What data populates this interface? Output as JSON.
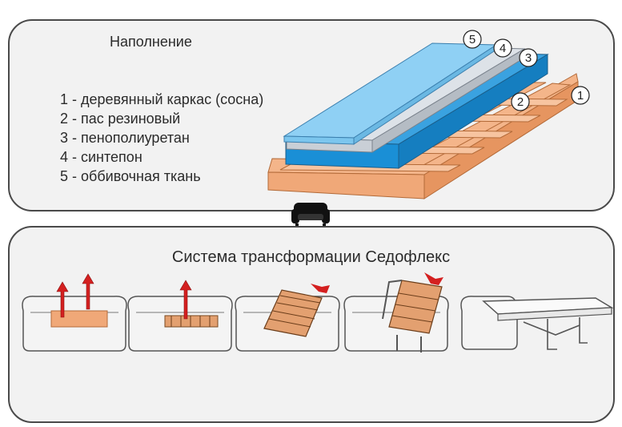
{
  "filling": {
    "title": "Наполнение",
    "legend": [
      "1 - деревянный каркас (сосна)",
      "2 - пас резиновый",
      "3 - пенополиуретан",
      "4 - синтепон",
      "5 - оббивочная ткань"
    ],
    "layer_numbers": [
      "1",
      "2",
      "3",
      "4",
      "5"
    ]
  },
  "transformation": {
    "title": "Система трансформации Седофлекс",
    "steps": [
      "step-1",
      "step-2",
      "step-3",
      "step-4",
      "step-5"
    ]
  },
  "colors": {
    "frame": "#f0a878",
    "frame_dark": "#d9844c",
    "foam": "#1a8fd6",
    "padding": "#c9cfd6",
    "fabric": "#7cc6ee",
    "arrow": "#d42020",
    "panel_bg": "#f2f2f2"
  },
  "icons": [
    "sofa-icon",
    "up-arrow-icon"
  ]
}
